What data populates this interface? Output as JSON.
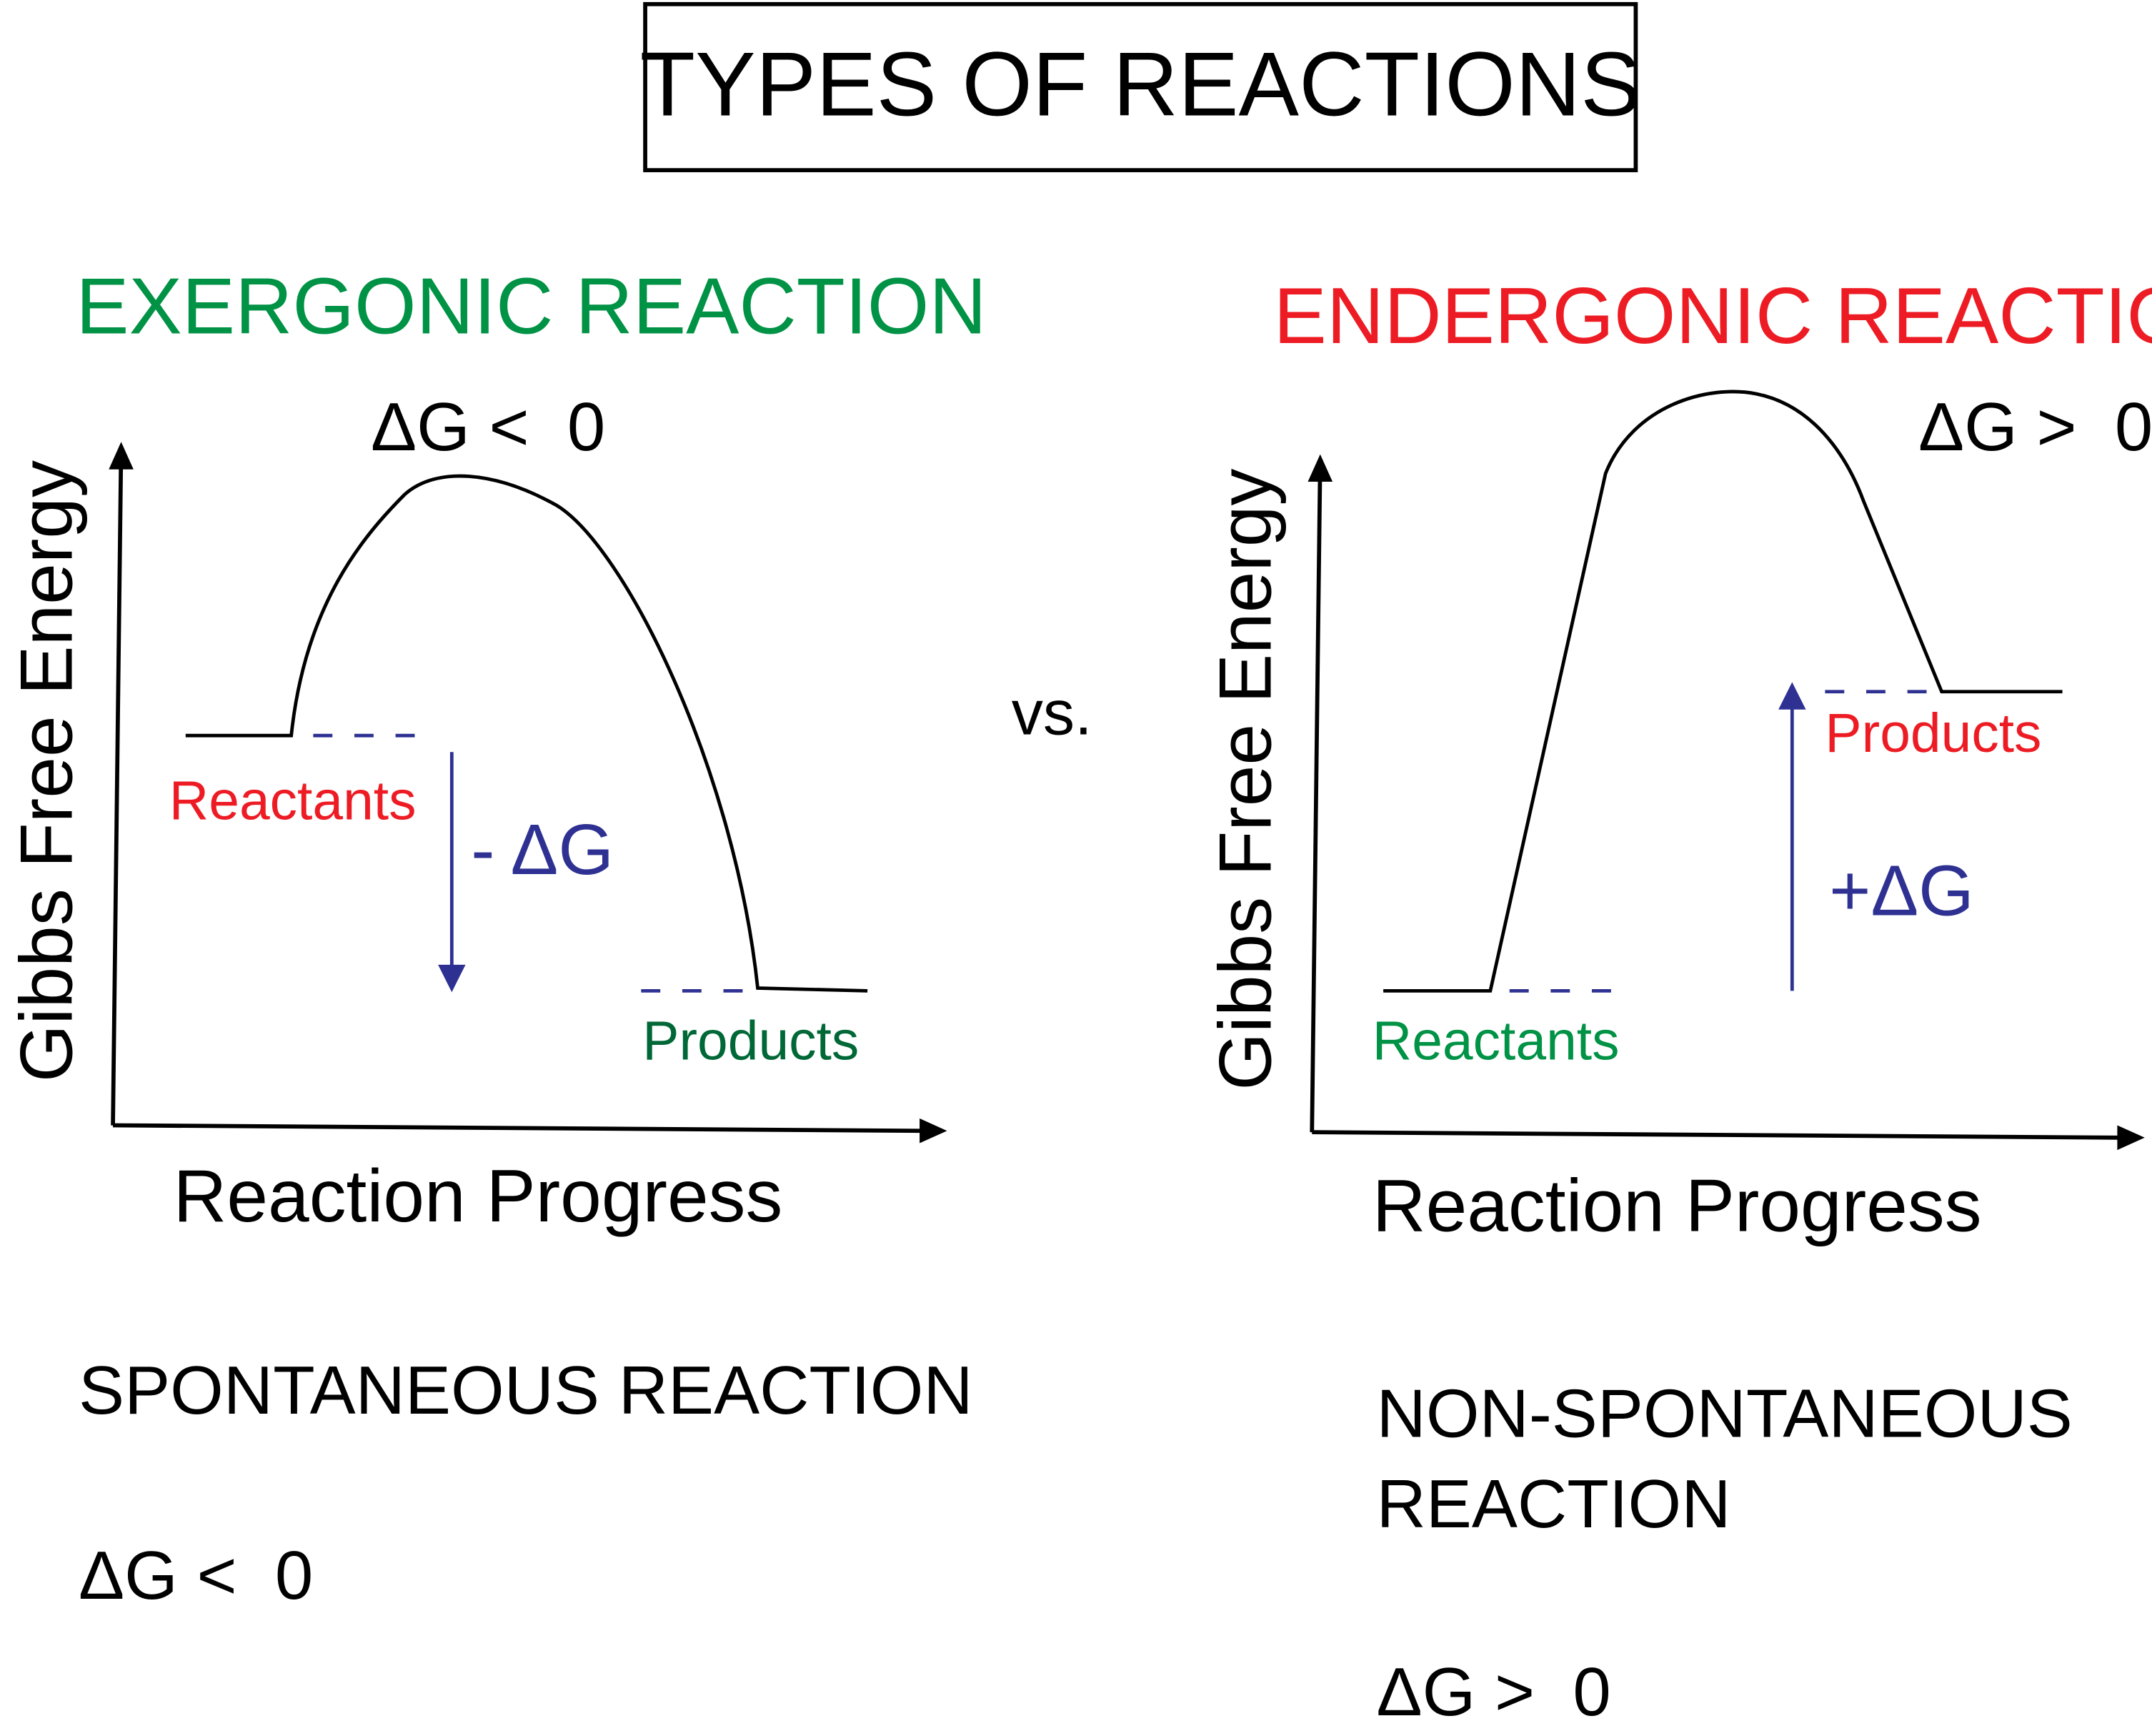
{
  "title": "TYPES OF REACTIONS",
  "separator": "vs.",
  "colors": {
    "green": "#009245",
    "dark_green": "#006837",
    "red": "#ED1C24",
    "blue": "#2E3192",
    "black": "#000000"
  },
  "left": {
    "heading": "EXERGONIC REACTION",
    "delta_g_label": "ΔG <  0",
    "y_axis_label": "Gibbs Free Energy",
    "x_axis_label": "Reaction Progress",
    "reactants_label": "Reactants",
    "products_label": "Products",
    "delta_g_arrow_label": "- ΔG",
    "arrow_direction": "down",
    "summary_line1": "SPONTANEOUS REACTION",
    "summary_delta_g": "ΔG <  0"
  },
  "right": {
    "heading": "ENDERGONIC REACTION",
    "delta_g_label": "ΔG >  0",
    "y_axis_label": "Gibbs Free Energy",
    "x_axis_label": "Reaction Progress",
    "reactants_label": "Reactants",
    "products_label": "Products",
    "delta_g_arrow_label": "+ΔG",
    "arrow_direction": "up",
    "summary_line1": "NON-SPONTANEOUS",
    "summary_line2": "REACTION",
    "summary_delta_g": "ΔG >  0"
  }
}
